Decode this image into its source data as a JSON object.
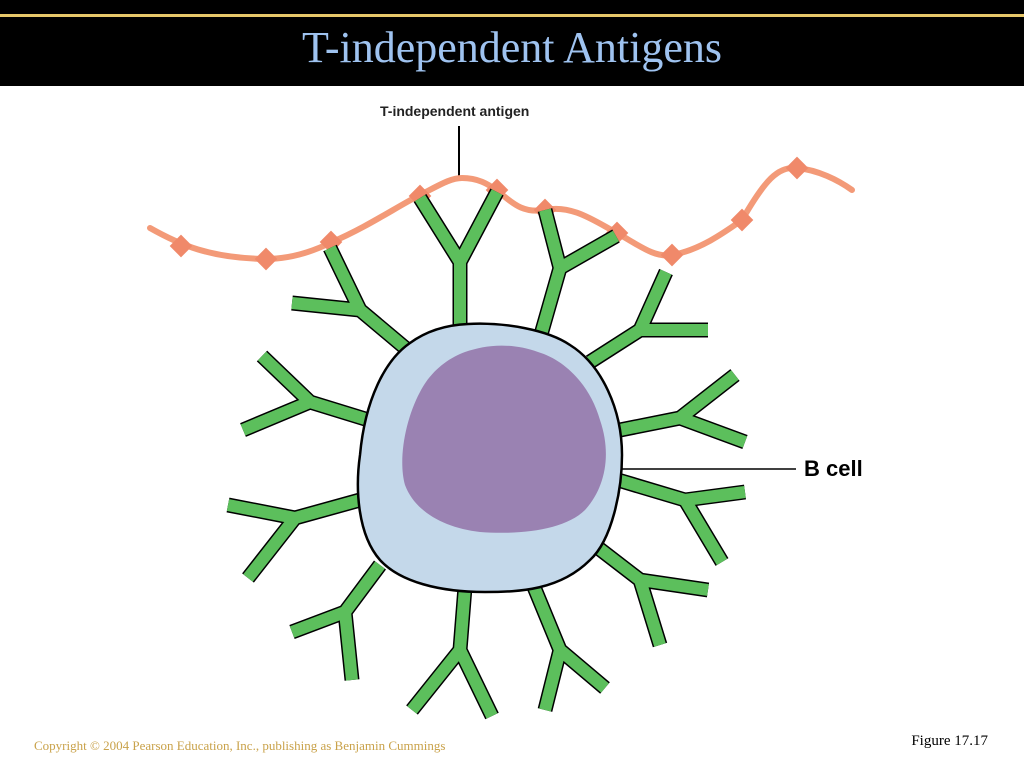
{
  "slide": {
    "title": "T-independent Antigens"
  },
  "diagram": {
    "antigen_label": "T-independent antigen",
    "cell_label": "B cell",
    "colors": {
      "antigen_chain": "#f39a78",
      "antigen_epitope": "#f0896a",
      "antibody_receptor": "#5cbf5c",
      "cell_cytoplasm": "#c4d8ea",
      "cell_nucleus": "#9a82b2",
      "outline": "#000000"
    }
  },
  "footer": {
    "copyright": "Copyright © 2004 Pearson Education, Inc., publishing as Benjamin Cummings",
    "figure": "Figure 17.17"
  }
}
